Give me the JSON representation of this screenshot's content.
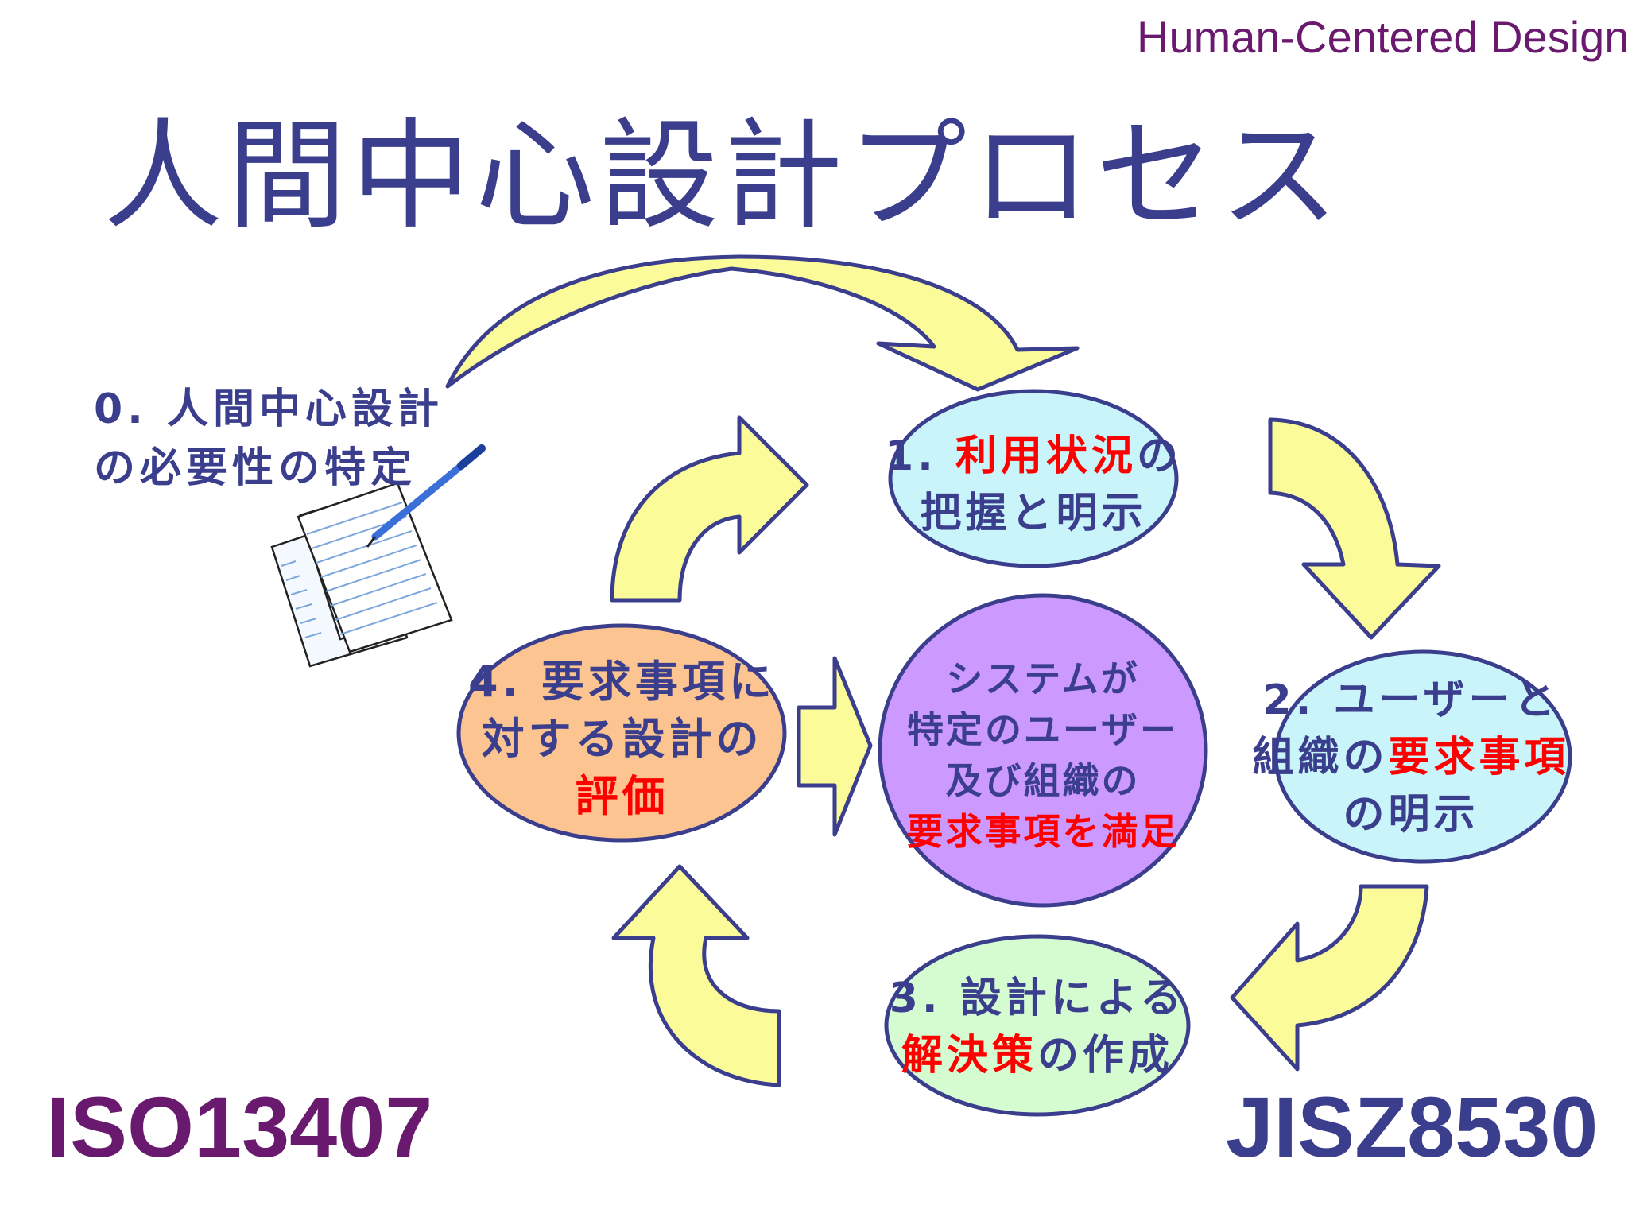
{
  "header": "Human-Centered Design",
  "title": "人間中心設計プロセス",
  "standards": {
    "left": "ISO13407",
    "right": "JISZ8530"
  },
  "step0": {
    "line1": "0. 人間中心設計",
    "line2": "の必要性の特定"
  },
  "step1": {
    "prefix": "1. ",
    "highlight": "利用状況",
    "suffix": "の",
    "line2": "把握と明示"
  },
  "step2": {
    "line1": "2. ユーザーと",
    "pre": "組織の",
    "highlight": "要求事項",
    "line3": "の明示"
  },
  "step3": {
    "line1": "3. 設計による",
    "highlight": "解決策",
    "suffix": "の作成"
  },
  "step4": {
    "line1": "4. 要求事項に",
    "line2": "対する設計の",
    "highlight": "評価"
  },
  "center": {
    "line1": "システムが",
    "line2": "特定のユーザー",
    "line3": "及び組織の",
    "highlight": "要求事項を満足"
  },
  "colors": {
    "step1": "#c8f4fa",
    "step2": "#c8f4fa",
    "step3": "#d4fcd0",
    "step4": "#fbc490",
    "center": "#cc99ff",
    "arrow": "#fbfb9a",
    "outline": "#3a3e8c"
  }
}
